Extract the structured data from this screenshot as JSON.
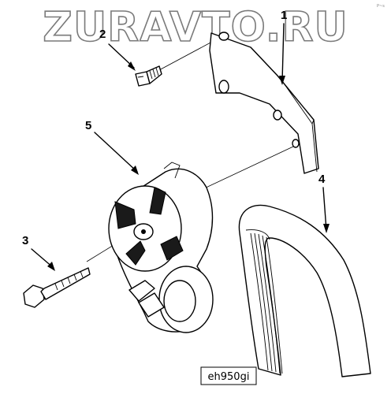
{
  "watermark": {
    "text": "ZURAVTO.RU"
  },
  "callouts": [
    "1",
    "2",
    "3",
    "4",
    "5"
  ],
  "figure_code": "eh950gi",
  "corner_mark": "P~s"
}
